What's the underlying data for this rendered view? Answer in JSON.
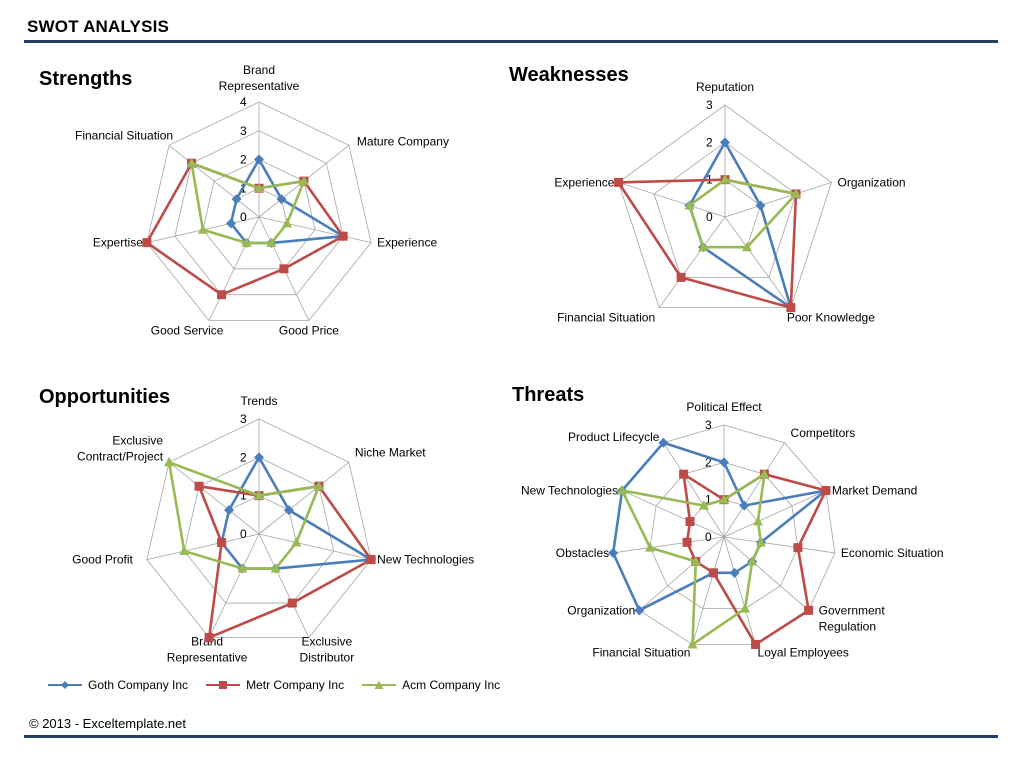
{
  "title": "SWOT ANALYSIS",
  "footer": "© 2013 - Exceltemplate.net",
  "colors": {
    "goth": "#4a7ebb",
    "metr": "#be4b48",
    "acm": "#98b954",
    "grid": "#a6a6a6",
    "rule": "#243f64"
  },
  "legend": [
    {
      "name": "Goth Company Inc",
      "color": "#4a7ebb",
      "marker": "diamond"
    },
    {
      "name": "Metr Company Inc",
      "color": "#be4b48",
      "marker": "square"
    },
    {
      "name": "Acm Company Inc",
      "color": "#98b954",
      "marker": "triangle"
    }
  ],
  "chart_data": [
    {
      "type": "radar",
      "title": "Strengths",
      "categories": [
        "Brand\nRepresentative",
        "Mature Company",
        "Experience",
        "Good Price",
        "Good Service",
        "Expertise",
        "Financial Situation"
      ],
      "rmax": 4,
      "ticks": [
        0,
        1,
        2,
        3,
        4
      ],
      "series": [
        {
          "name": "Goth Company Inc",
          "values": [
            2,
            1,
            3,
            1,
            1,
            1,
            1
          ]
        },
        {
          "name": "Metr Company Inc",
          "values": [
            1,
            2,
            3,
            2,
            3,
            4,
            3
          ]
        },
        {
          "name": "Acm Company Inc",
          "values": [
            1,
            2,
            1,
            1,
            1,
            2,
            3
          ]
        }
      ]
    },
    {
      "type": "radar",
      "title": "Weaknesses",
      "categories": [
        "Reputation",
        "Organization",
        "Poor Knowledge",
        "Financial Situation",
        "Experience"
      ],
      "rmax": 3,
      "ticks": [
        0,
        1,
        2,
        3
      ],
      "series": [
        {
          "name": "Goth Company Inc",
          "values": [
            2,
            1,
            3,
            1,
            1
          ]
        },
        {
          "name": "Metr Company Inc",
          "values": [
            1,
            2,
            3,
            2,
            3
          ]
        },
        {
          "name": "Acm Company Inc",
          "values": [
            1,
            2,
            1,
            1,
            1
          ]
        }
      ]
    },
    {
      "type": "radar",
      "title": "Opportunities",
      "categories": [
        "Trends",
        "Niche Market",
        "New Technologies",
        "Exclusive\nDistributor",
        "Brand\nRepresentative",
        "Good Profit",
        "Exclusive\nContract/Project"
      ],
      "rmax": 3,
      "ticks": [
        0,
        1,
        2,
        3
      ],
      "series": [
        {
          "name": "Goth Company Inc",
          "values": [
            2,
            1,
            3,
            1,
            1,
            1,
            1
          ]
        },
        {
          "name": "Metr Company Inc",
          "values": [
            1,
            2,
            3,
            2,
            3,
            1,
            2
          ]
        },
        {
          "name": "Acm Company Inc",
          "values": [
            1,
            2,
            1,
            1,
            1,
            2,
            3
          ]
        }
      ]
    },
    {
      "type": "radar",
      "title": "Threats",
      "categories": [
        "Political Effect",
        "Competitors",
        "Market Demand",
        "Economic Situation",
        "Government\nRegulation",
        "Loyal Employees",
        "Financial Situation",
        "Organization",
        "Obstacles",
        "New Technologies",
        "Product Lifecycle"
      ],
      "rmax": 3,
      "ticks": [
        0,
        1,
        2,
        3
      ],
      "series": [
        {
          "name": "Goth Company Inc",
          "values": [
            2,
            1,
            3,
            1,
            1,
            1,
            1,
            3,
            3,
            3,
            3
          ]
        },
        {
          "name": "Metr Company Inc",
          "values": [
            1,
            2,
            3,
            2,
            3,
            3,
            1,
            1,
            1,
            1,
            2
          ]
        },
        {
          "name": "Acm Company Inc",
          "values": [
            1,
            2,
            1,
            1,
            1,
            2,
            3,
            1,
            2,
            3,
            1
          ]
        }
      ]
    }
  ]
}
